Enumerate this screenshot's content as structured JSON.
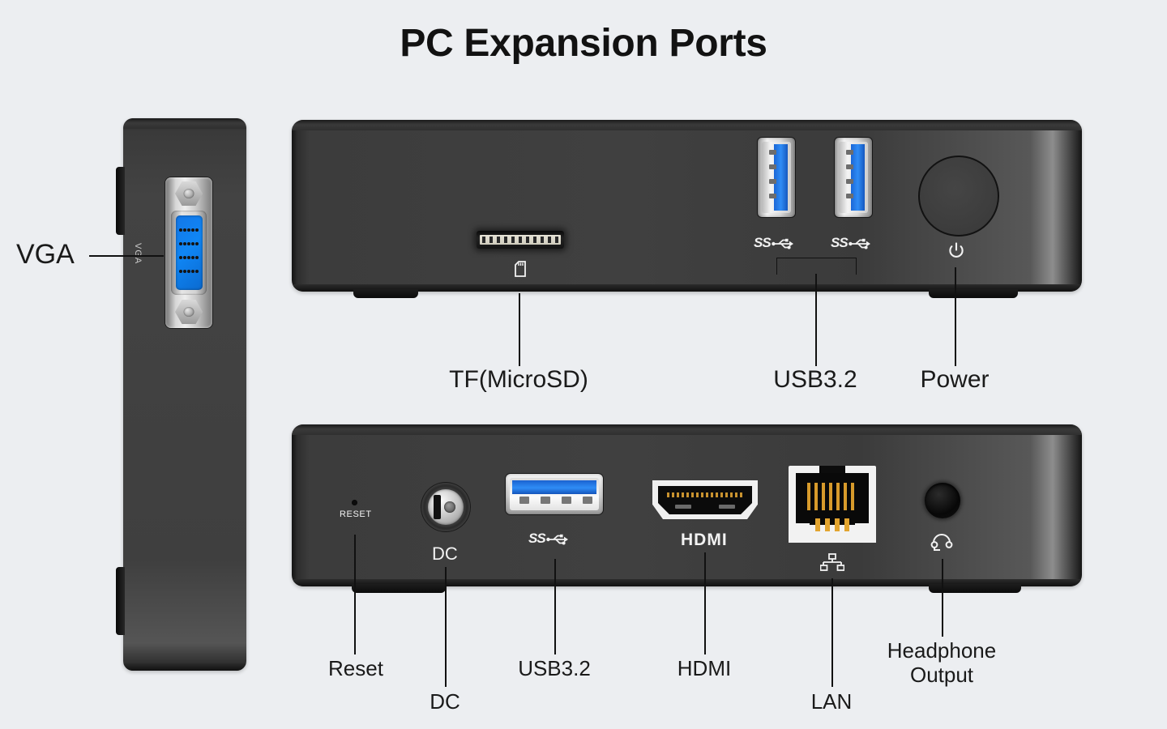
{
  "page": {
    "title": "PC Expansion Ports",
    "background_color": "#eceef1",
    "text_color": "#1a1a1a",
    "chassis_color": "#3d3d3d",
    "accent_blue": "#1f7ae0",
    "contact_gold": "#d79a2b"
  },
  "side_view": {
    "callout_label": "VGA",
    "port_silk_label": "VGA",
    "connector": "vga-port"
  },
  "top_view": {
    "ports": [
      {
        "id": "tf",
        "silk_icon": "microsd-card-icon",
        "callout": "TF(MicroSD)"
      },
      {
        "id": "usb1",
        "silk_icon": "superspeed-usb-icon",
        "silk_text": "SS"
      },
      {
        "id": "usb2",
        "silk_icon": "superspeed-usb-icon",
        "silk_text": "SS"
      },
      {
        "id": "power",
        "silk_icon": "power-symbol-icon",
        "callout": "Power"
      }
    ],
    "usb_callout": "USB3.2",
    "power_callout": "Power",
    "tf_callout": "TF(MicroSD)"
  },
  "bottom_view": {
    "ports": [
      {
        "id": "reset",
        "silk_text": "RESET",
        "callout": "Reset"
      },
      {
        "id": "dc",
        "silk_text": "DC",
        "callout": "DC"
      },
      {
        "id": "usb3",
        "silk_icon": "superspeed-usb-icon",
        "silk_text": "SS",
        "callout": "USB3.2"
      },
      {
        "id": "hdmi",
        "silk_text": "HDMI",
        "callout": "HDMI"
      },
      {
        "id": "lan",
        "silk_icon": "network-tree-icon",
        "callout": "LAN"
      },
      {
        "id": "headphone",
        "silk_icon": "headset-icon",
        "callout": "Headphone\nOutput"
      }
    ],
    "reset_silk": "RESET",
    "reset_callout": "Reset",
    "dc_silk": "DC",
    "dc_callout": "DC",
    "usb_callout": "USB3.2",
    "hdmi_silk": "HDMI",
    "hdmi_callout": "HDMI",
    "lan_callout": "LAN",
    "headphone_callout": "Headphone\nOutput"
  },
  "symbols": {
    "superspeed": "SS",
    "power": "⏻"
  }
}
